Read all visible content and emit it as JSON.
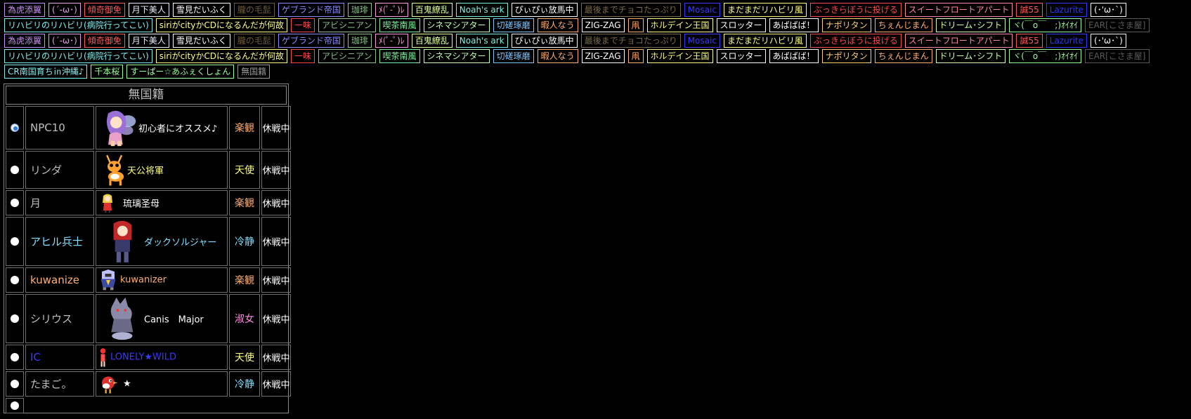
{
  "tags": [
    {
      "label": "為虎添翼",
      "color": "#c58ff0"
    },
    {
      "label": "(´-ω･)",
      "color": "#e8a0e8"
    },
    {
      "label": "傾奇御免",
      "color": "#ff5a5a"
    },
    {
      "label": "月下美人",
      "color": "#e8f0ff"
    },
    {
      "label": "雪見だいふく",
      "color": "#ffffff"
    },
    {
      "label": "朧の毛髭",
      "color": "#6b5a3a"
    },
    {
      "label": "ゲブランド帝国",
      "color": "#8a8aff"
    },
    {
      "label": "珈琲",
      "color": "#8fbf8f"
    },
    {
      "label": "ﾒ(ﾟ-ﾟ)ﾚ",
      "color": "#ff9ae0"
    },
    {
      "label": "百鬼繚乱",
      "color": "#e0ff9a"
    },
    {
      "label": "Noah's ark",
      "color": "#7ff0e0"
    },
    {
      "label": "ぴぃぴぃ放馬中",
      "color": "#ffffff"
    },
    {
      "label": "最後までチョコたっぷり",
      "color": "#7a6a4a"
    },
    {
      "label": "Mosaic",
      "color": "#3a3aff"
    },
    {
      "label": "まだまだリハビリ風",
      "color": "#ffff80"
    },
    {
      "label": "ぶっきらぼうに投げる",
      "color": "#ff4a4a"
    },
    {
      "label": "スイートフロートアパート",
      "color": "#ff8aa8"
    },
    {
      "label": "誠55",
      "color": "#ff5a5a"
    },
    {
      "label": "Lazurite",
      "color": "#2a3aff"
    },
    {
      "label": "(･'ω･`)",
      "color": "#ffffff"
    },
    {
      "label": "リハビリのリハビリ(病院行ってこい)",
      "color": "#7ff0f0"
    },
    {
      "label": "siriがcityかCDになるんだが何故",
      "color": "#ffff80"
    },
    {
      "label": "一味",
      "color": "#ff4a4a"
    },
    {
      "label": "アビシニアン",
      "color": "#8fbf8f"
    },
    {
      "label": "喫茶南風",
      "color": "#7ff0a0"
    },
    {
      "label": "シネマシアター",
      "color": "#c0ffb0"
    },
    {
      "label": "切磋琢磨",
      "color": "#7fc8ff"
    },
    {
      "label": "暇人なう",
      "color": "#ffb070"
    },
    {
      "label": "ZIG-ZAG",
      "color": "#ffffff"
    },
    {
      "label": "凧",
      "color": "#ffb070"
    },
    {
      "label": "ホルデイン王国",
      "color": "#ffff80"
    },
    {
      "label": "スロッター",
      "color": "#ffffff"
    },
    {
      "label": "あばばば！",
      "color": "#ffffff"
    },
    {
      "label": "ナポリタン",
      "color": "#ffd070"
    },
    {
      "label": "ちぇんじまん",
      "color": "#ffb070"
    },
    {
      "label": "ドリーム･シフト",
      "color": "#d0ffb0"
    },
    {
      "label": "ヾ(￣o￣　;)ｵｲｵｲ",
      "color": "#9aff9a"
    },
    {
      "label": "EAR[こさま屋]",
      "color": "#5a5a5a"
    },
    {
      "label": "為虎添翼",
      "color": "#c58ff0"
    },
    {
      "label": "(´-ω･)",
      "color": "#e8a0e8"
    },
    {
      "label": "傾奇御免",
      "color": "#ff5a5a"
    },
    {
      "label": "月下美人",
      "color": "#e8f0ff"
    },
    {
      "label": "雪見だいふく",
      "color": "#ffffff"
    },
    {
      "label": "朧の毛髭",
      "color": "#6b5a3a"
    },
    {
      "label": "ゲブランド帝国",
      "color": "#8a8aff"
    },
    {
      "label": "珈琲",
      "color": "#8fbf8f"
    },
    {
      "label": "ﾒ(ﾟ-ﾟ)ﾚ",
      "color": "#ff9ae0"
    },
    {
      "label": "百鬼繚乱",
      "color": "#e0ff9a"
    },
    {
      "label": "Noah's ark",
      "color": "#7ff0e0"
    },
    {
      "label": "ぴぃぴぃ放馬中",
      "color": "#ffffff"
    },
    {
      "label": "最後までチョコたっぷり",
      "color": "#7a6a4a"
    },
    {
      "label": "Mosaic",
      "color": "#3a3aff"
    },
    {
      "label": "まだまだリハビリ風",
      "color": "#ffff80"
    },
    {
      "label": "ぶっきらぼうに投げる",
      "color": "#ff4a4a"
    },
    {
      "label": "スイートフロートアパート",
      "color": "#ff8aa8"
    },
    {
      "label": "誠55",
      "color": "#ff5a5a"
    },
    {
      "label": "Lazurite",
      "color": "#2a3aff"
    },
    {
      "label": "(･'ω･`)",
      "color": "#ffffff"
    },
    {
      "label": "リハビリのリハビリ(病院行ってこい)",
      "color": "#7ff0f0"
    },
    {
      "label": "siriがcityかCDになるんだが何故",
      "color": "#ffff80"
    },
    {
      "label": "一味",
      "color": "#ff4a4a"
    },
    {
      "label": "アビシニアン",
      "color": "#8fbf8f"
    },
    {
      "label": "喫茶南風",
      "color": "#7ff0a0"
    },
    {
      "label": "シネマシアター",
      "color": "#c0ffb0"
    },
    {
      "label": "切磋琢磨",
      "color": "#7fc8ff"
    },
    {
      "label": "暇人なう",
      "color": "#ffb070"
    },
    {
      "label": "ZIG-ZAG",
      "color": "#ffffff"
    },
    {
      "label": "凧",
      "color": "#ffb070"
    },
    {
      "label": "ホルデイン王国",
      "color": "#ffff80"
    },
    {
      "label": "スロッター",
      "color": "#ffffff"
    },
    {
      "label": "あばばば！",
      "color": "#ffffff"
    },
    {
      "label": "ナポリタン",
      "color": "#ffd070"
    },
    {
      "label": "ちぇんじまん",
      "color": "#ffb070"
    },
    {
      "label": "ドリーム･シフト",
      "color": "#d0ffb0"
    },
    {
      "label": "ヾ(￣o￣　;)ｵｲｵｲ",
      "color": "#9aff9a"
    },
    {
      "label": "EAR[こさま屋]",
      "color": "#5a5a5a"
    },
    {
      "label": "CR南国育ち㏌沖縄♪",
      "color": "#7ff0f0"
    },
    {
      "label": "千本桜",
      "color": "#9aff9a"
    },
    {
      "label": "すーぱー☆あふぇくしょん",
      "color": "#9aff9a"
    },
    {
      "label": "無国籍",
      "color": "#9a9a9a"
    }
  ],
  "panel": {
    "title": "無国籍",
    "rows": [
      {
        "name": "NPC10",
        "name_color": "#bfbfbf",
        "message": "初心者にオススメ♪",
        "message_color": "#ffffff",
        "trait": "楽観",
        "trait_color": "#ffb070",
        "status": "休戦中",
        "selected": true,
        "sprite": "fairy-sprite"
      },
      {
        "name": "リンダ",
        "name_color": "#bfbfbf",
        "message": "天公将軍",
        "message_color": "#ffff80",
        "trait": "天使",
        "trait_color": "#ffff80",
        "status": "休戦中",
        "selected": false,
        "sprite": "deer-sprite"
      },
      {
        "name": "月",
        "name_color": "#bfbfbf",
        "message": "琉璃圣母",
        "message_color": "#ffffff",
        "trait": "楽観",
        "trait_color": "#ffb070",
        "status": "休戦中",
        "selected": false,
        "sprite": "blonde-girl-sprite"
      },
      {
        "name": "アヒル兵士",
        "name_color": "#7fe0ff",
        "message": "ダックソルジャー",
        "message_color": "#7fe0ff",
        "trait": "冷静",
        "trait_color": "#7fe0ff",
        "status": "休戦中",
        "selected": false,
        "sprite": "redhead-sprite"
      },
      {
        "name": "kuwanize",
        "name_color": "#ffb070",
        "message": "kuwanizer",
        "message_color": "#ffb070",
        "trait": "楽観",
        "trait_color": "#ffb070",
        "status": "休戦中",
        "selected": false,
        "sprite": "knight-sprite"
      },
      {
        "name": "シリウス",
        "name_color": "#bfbfbf",
        "message": "Canis　Major",
        "message_color": "#ffffff",
        "trait": "淑女",
        "trait_color": "#ff8ae0",
        "status": "休戦中",
        "selected": false,
        "sprite": "wolf-sprite"
      },
      {
        "name": "IC",
        "name_color": "#3a3aff",
        "message": "LONELY★WILD",
        "message_color": "#3a3aff",
        "trait": "天使",
        "trait_color": "#ffff80",
        "status": "休戦中",
        "selected": false,
        "sprite": "tiny-red-sprite"
      },
      {
        "name": "たまご。",
        "name_color": "#bfbfbf",
        "message": "★",
        "message_color": "#ffffff",
        "trait": "冷静",
        "trait_color": "#7fe0ff",
        "status": "休戦中",
        "selected": false,
        "sprite": "bird-sprite"
      }
    ],
    "empty_row": {
      "selected": false
    }
  }
}
